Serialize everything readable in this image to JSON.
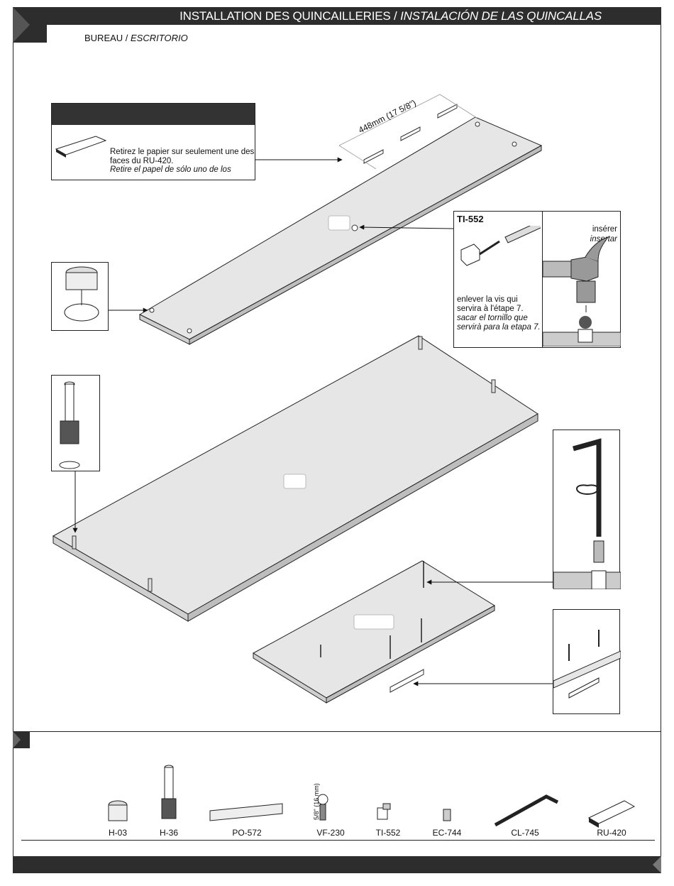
{
  "header": {
    "title_fr": "INSTALLATION DES QUINCAILLERIES / ",
    "title_es": "INSTALACIÓN DE LAS QUINCALLAS",
    "subtitle_fr": "BUREAU / ",
    "subtitle_es": "ESCRITORIO"
  },
  "note": {
    "line_fr": "Retirez le papier sur seulement une des faces du RU-420.",
    "line_es": "Retire el papel de sólo uno de los"
  },
  "dimension": "448mm (17 5/8\")",
  "ti552_box": {
    "code": "TI-552",
    "text_fr": "enlever la vis qui servira à l'étape 7.",
    "text_es": "sacar el tornillo que servirà para la etapa 7.",
    "insert_fr": "insérer",
    "insert_es": "insertar"
  },
  "parts": [
    {
      "code": "H-03",
      "icon": "cam-lock-icon"
    },
    {
      "code": "H-36",
      "icon": "cam-bolt-icon"
    },
    {
      "code": "PO-572",
      "icon": "board-icon"
    },
    {
      "code": "VF-230",
      "icon": "screw-icon"
    },
    {
      "code": "TI-552",
      "icon": "threaded-insert-icon"
    },
    {
      "code": "EC-744",
      "icon": "insert-nut-icon"
    },
    {
      "code": "CL-745",
      "icon": "allen-key-icon"
    },
    {
      "code": "RU-420",
      "icon": "tape-icon"
    }
  ],
  "vf230_dimension": "5/8\" (16 mm)"
}
